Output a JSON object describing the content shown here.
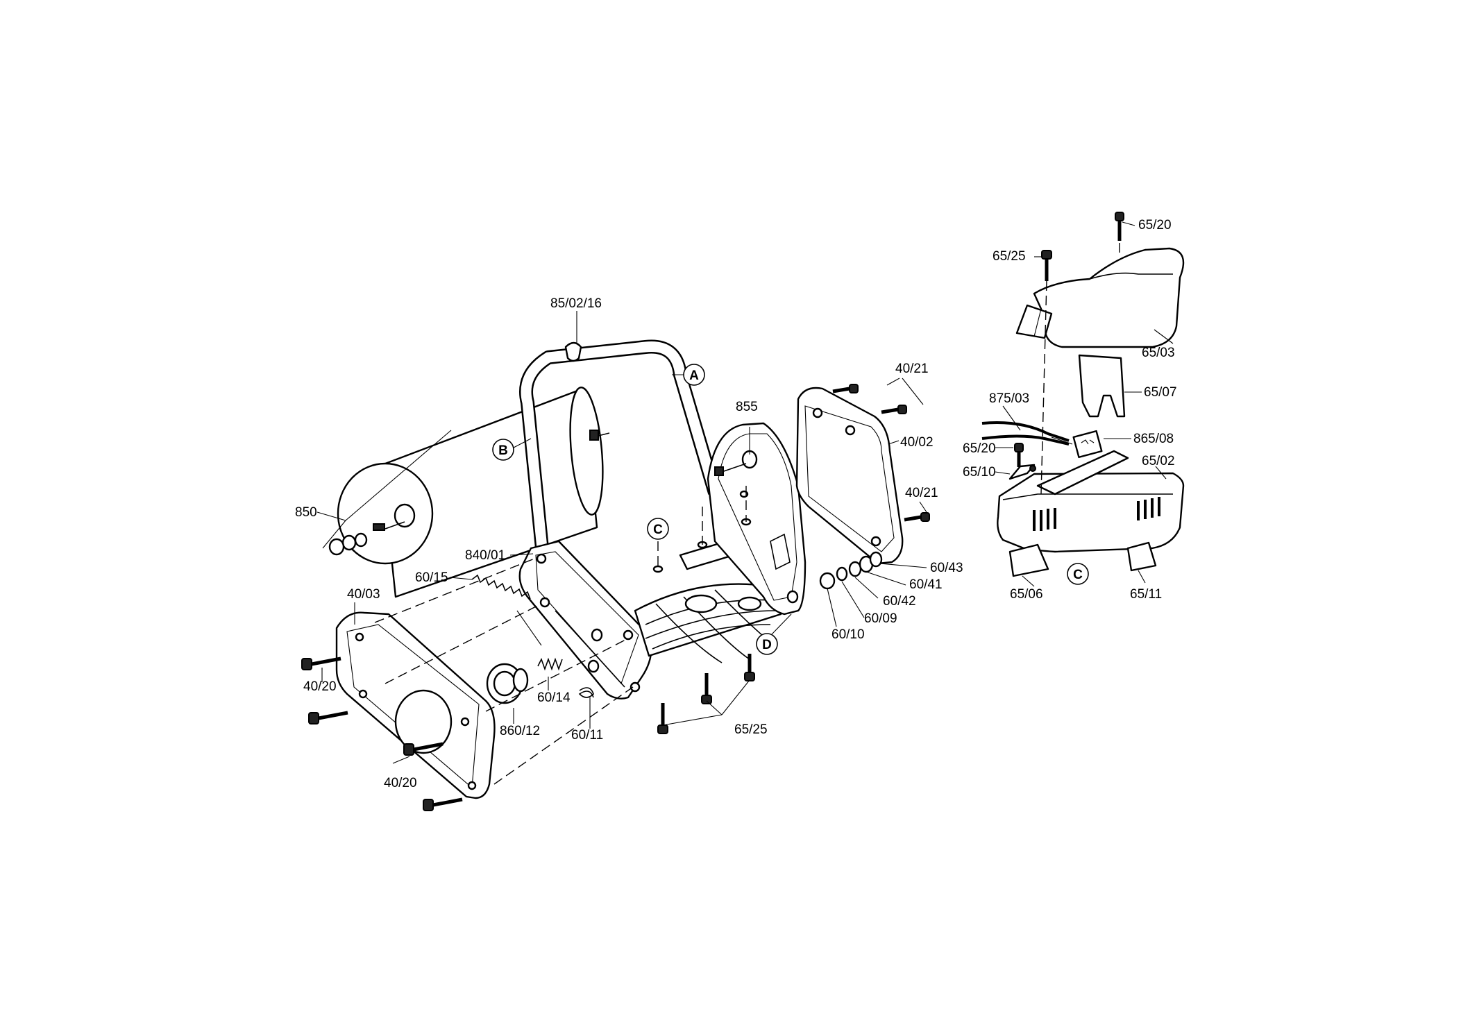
{
  "labels": {
    "p85_02_16": "85/02/16",
    "p850": "850",
    "p840_01": "840/01",
    "p60_15": "60/15",
    "p40_03": "40/03",
    "p40_20_a": "40/20",
    "p40_20_b": "40/20",
    "p860_12": "860/12",
    "p60_14": "60/14",
    "p60_11": "60/11",
    "p65_25_bottom": "65/25",
    "p855": "855",
    "p40_21_a": "40/21",
    "p40_02": "40/02",
    "p40_21_b": "40/21",
    "p60_43": "60/43",
    "p60_41": "60/41",
    "p60_42": "60/42",
    "p60_09": "60/09",
    "p60_10": "60/10",
    "p65_20_top": "65/20",
    "p65_25_top": "65/25",
    "p65_03": "65/03",
    "p65_07": "65/07",
    "p875_03": "875/03",
    "p865_08": "865/08",
    "p65_20_side": "65/20",
    "p65_10": "65/10",
    "p65_02": "65/02",
    "p65_06": "65/06",
    "p65_11": "65/11"
  },
  "callouts": {
    "a": "A",
    "b": "B",
    "c_left": "C",
    "c_right": "C",
    "d": "D"
  }
}
